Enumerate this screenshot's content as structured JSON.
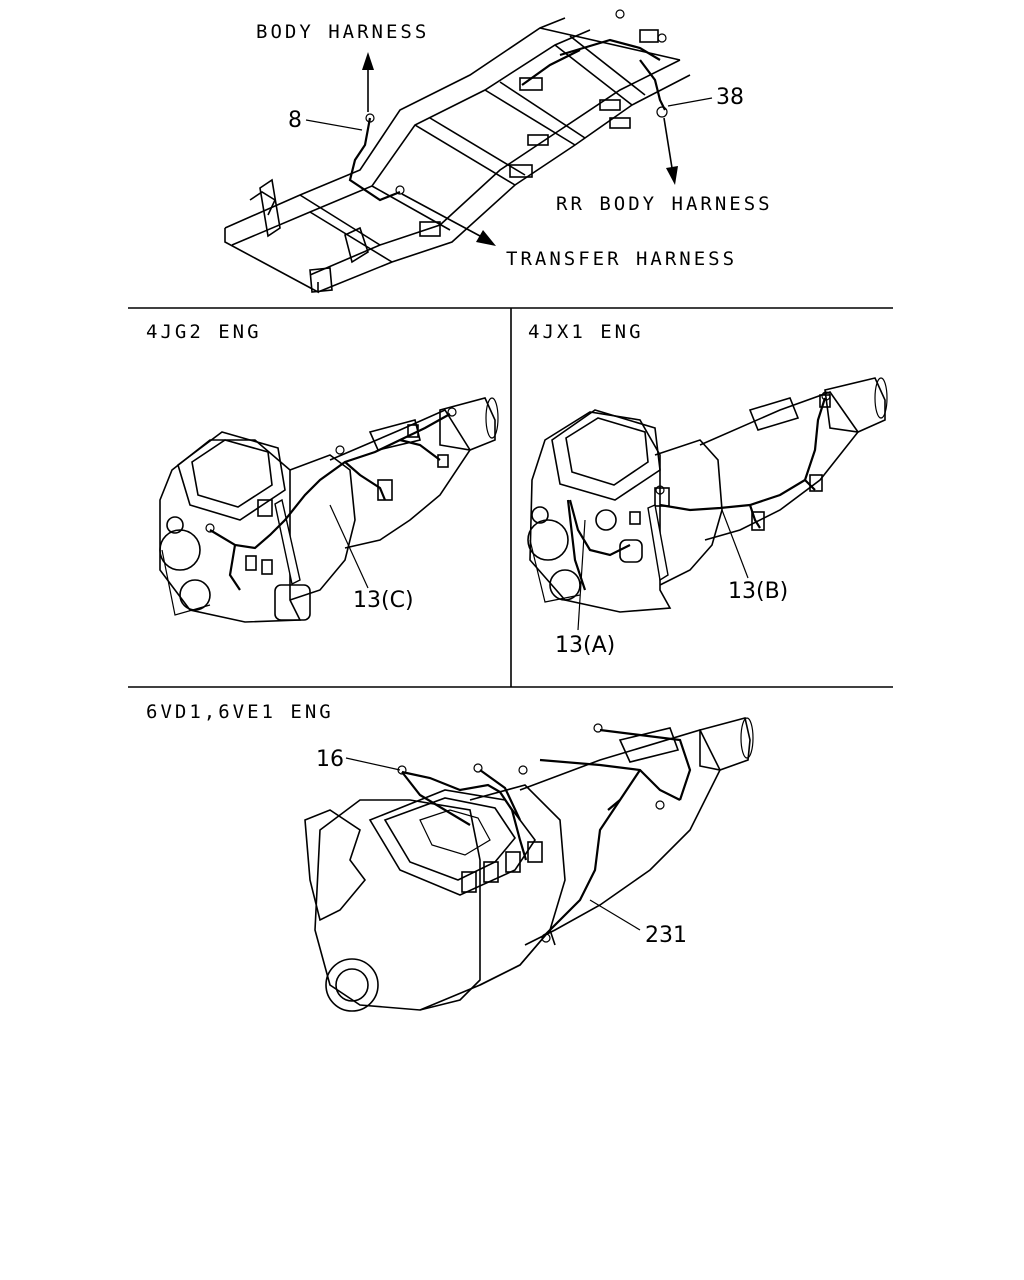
{
  "frame_section": {
    "callouts": {
      "body_harness": "BODY HARNESS",
      "rr_body_harness": "RR BODY HARNESS",
      "transfer_harness": "TRANSFER HARNESS",
      "part_8": "8",
      "part_38": "38"
    }
  },
  "panel_4jg2": {
    "title": "4JG2 ENG",
    "callouts": {
      "part_13c": "13(C)"
    }
  },
  "panel_4jx1": {
    "title": "4JX1 ENG",
    "callouts": {
      "part_13a": "13(A)",
      "part_13b": "13(B)"
    }
  },
  "panel_6vd1": {
    "title": "6VD1,6VE1 ENG",
    "callouts": {
      "part_16": "16",
      "part_231": "231"
    }
  }
}
